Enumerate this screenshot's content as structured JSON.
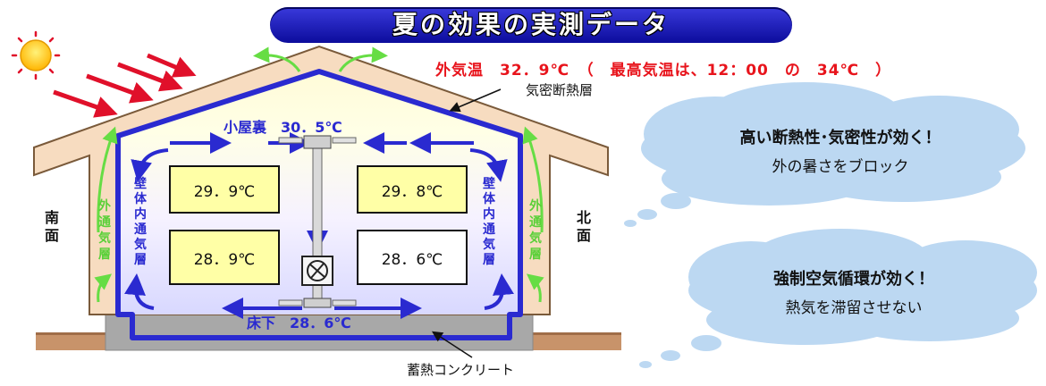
{
  "title": "夏の効果の実測データ",
  "outside_temperature": "外気温　32．9℃　（　最高気温は、12：00　の　34℃　）",
  "labels": {
    "insulation_layer": "気密断熱層",
    "attic": "小屋裏　30．5℃",
    "underfloor": "床下　28．6℃",
    "concrete": "蓄熱コンクリート",
    "south_face": [
      "南",
      "面"
    ],
    "north_face": [
      "北",
      "面"
    ],
    "outer_vent_left": [
      "外",
      "通",
      "気",
      "層"
    ],
    "outer_vent_right": [
      "外",
      "通",
      "気",
      "層"
    ],
    "inner_vent_left": [
      "壁",
      "体",
      "内",
      "通",
      "気",
      "層"
    ],
    "inner_vent_right": [
      "壁",
      "体",
      "内",
      "通",
      "気",
      "層"
    ]
  },
  "rooms": {
    "upper_left": "29．9℃",
    "upper_right": "29．8℃",
    "lower_left": "28．9℃",
    "lower_right": "28．6℃"
  },
  "callouts": {
    "insulation": [
      "高い断熱性･気密性が効く！",
      "外の暑さをブロック"
    ],
    "circulation": [
      "強制空気循環が効く！",
      "熱気を滞留させない"
    ]
  },
  "colors": {
    "banner": "#1414b4",
    "outside_temp_text": "#e8141c",
    "wall_blue": "#2a2ad0",
    "roof": "#f7dcc0",
    "ground": "#c8936a",
    "vent_arrow": "#66dd44",
    "cloud": "#bcd8f2",
    "sun": "#ffcc00",
    "sun_rays": "#e0102a"
  }
}
